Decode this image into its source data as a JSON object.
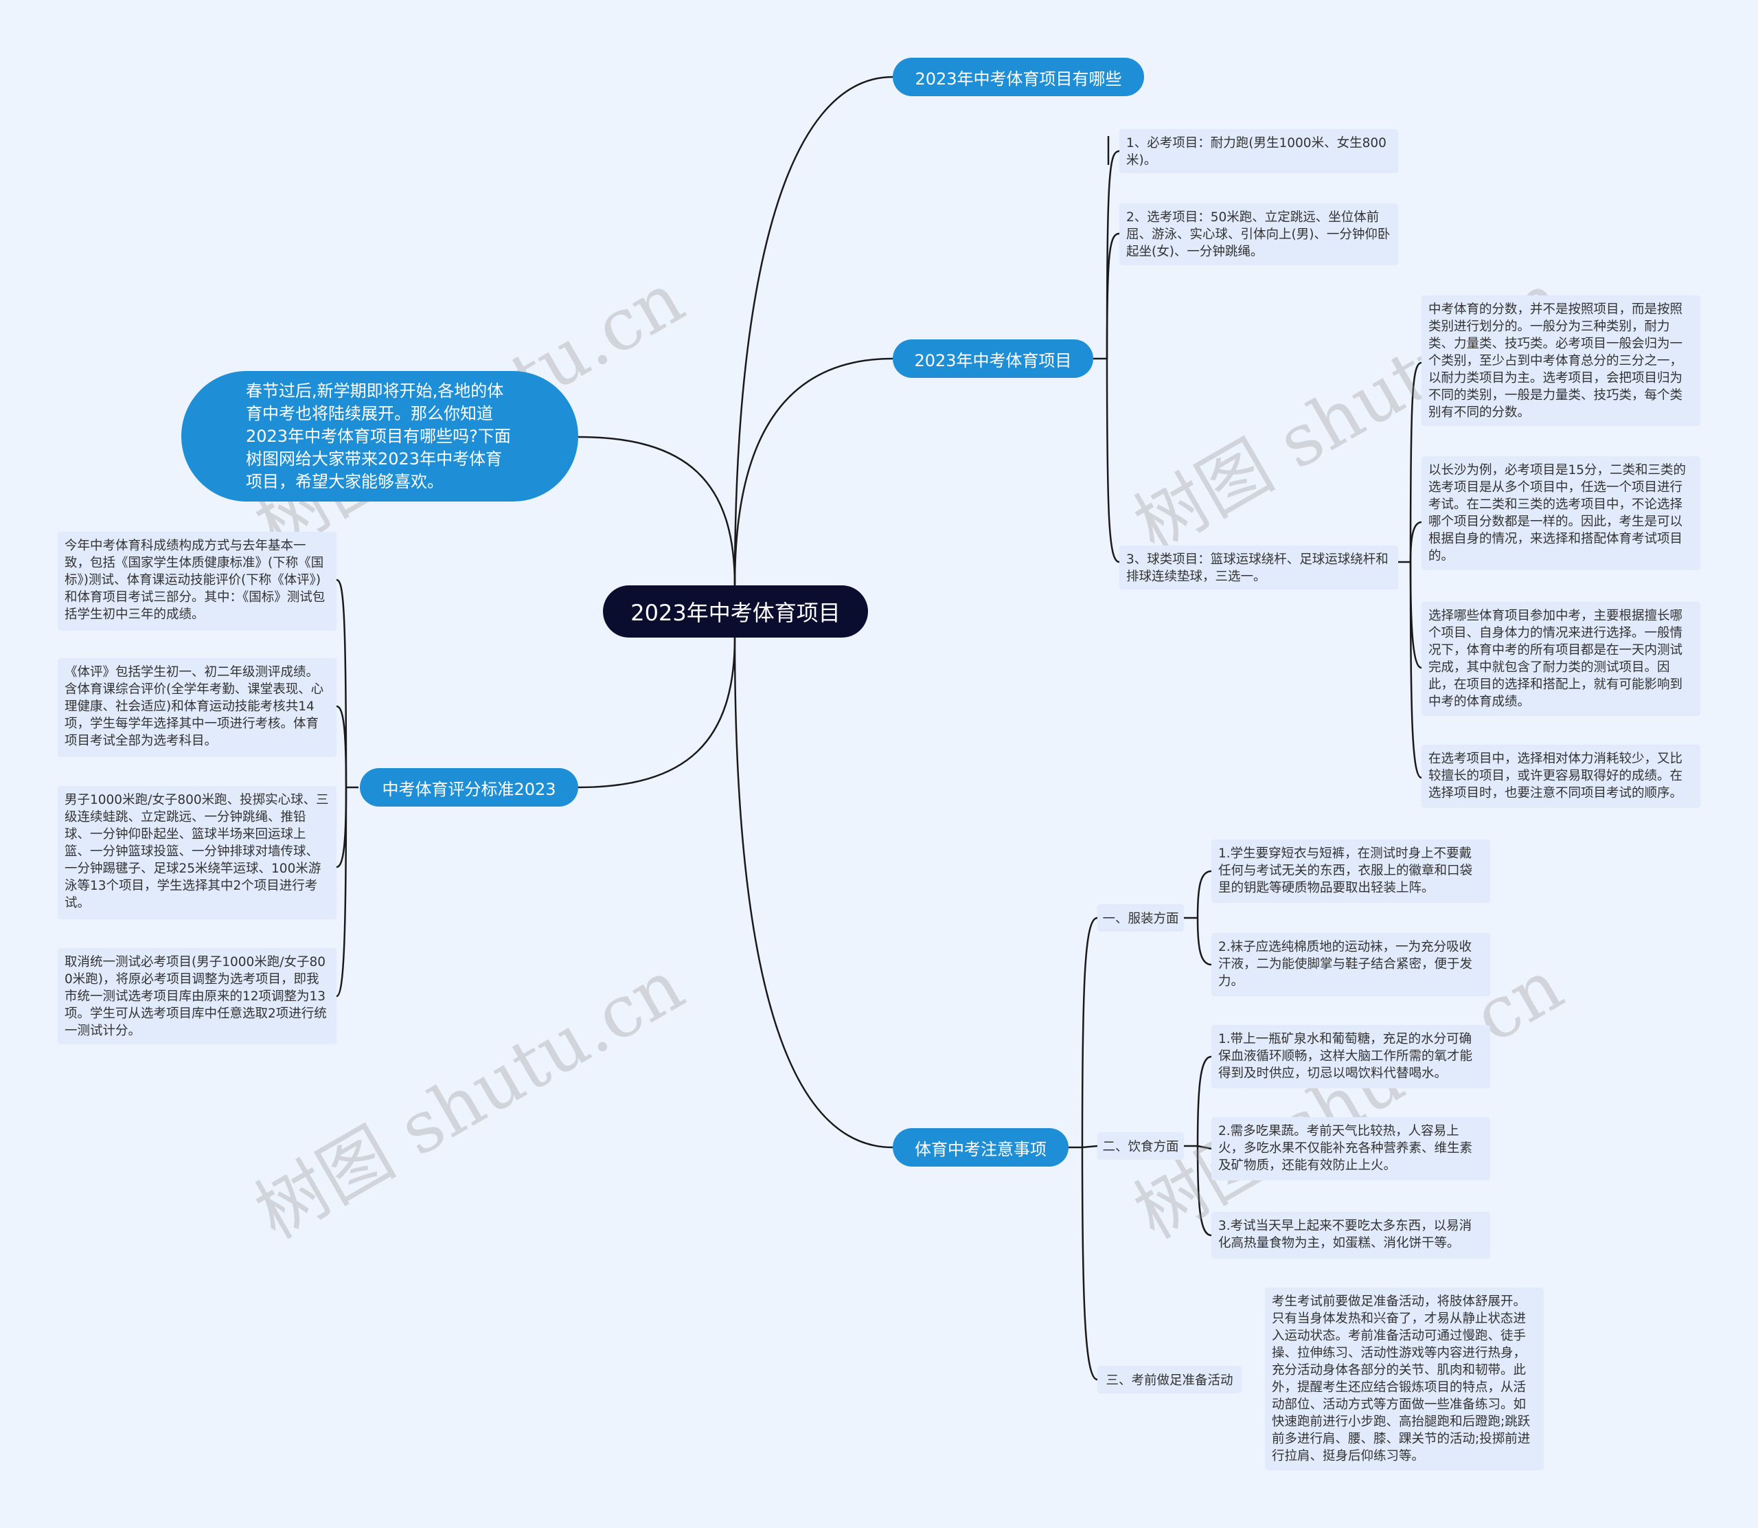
{
  "center": "2023年中考体育项目",
  "intro": "春节过后,新学期即将开始,各地的体育中考也将陆续展开。那么你知道2023年中考体育项目有哪些吗?下面树图网给大家带来2023年中考体育项目，希望大家能够喜欢。",
  "branches": {
    "b1": {
      "label": "2023年中考体育项目有哪些"
    },
    "b2": {
      "label": "2023年中考体育项目",
      "items": [
        "1、必考项目：耐力跑(男生1000米、女生800米)。",
        "2、选考项目：50米跑、立定跳远、坐位体前屈、游泳、实心球、引体向上(男)、一分钟仰卧起坐(女)、一分钟跳绳。",
        "3、球类项目：篮球运球绕杆、足球运球绕杆和排球连续垫球，三选一。"
      ],
      "details": [
        "中考体育的分数，并不是按照项目，而是按照类别进行划分的。一般分为三种类别，耐力类、力量类、技巧类。必考项目一般会归为一个类别，至少占到中考体育总分的三分之一，以耐力类项目为主。选考项目，会把项目归为不同的类别，一般是力量类、技巧类，每个类别有不同的分数。",
        "以长沙为例，必考项目是15分，二类和三类的选考项目是从多个项目中，任选一个项目进行考试。在二类和三类的选考项目中，不论选择哪个项目分数都是一样的。因此，考生是可以根据自身的情况，来选择和搭配体育考试项目的。",
        "选择哪些体育项目参加中考，主要根据擅长哪个项目、自身体力的情况来进行选择。一般情况下，体育中考的所有项目都是在一天内测试完成，其中就包含了耐力类的测试项目。因此，在项目的选择和搭配上，就有可能影响到中考的体育成绩。",
        "在选考项目中，选择相对体力消耗较少，又比较擅长的项目，或许更容易取得好的成绩。在选择项目时，也要注意不同项目考试的顺序。"
      ]
    },
    "b3": {
      "label": "中考体育评分标准2023",
      "items": [
        "今年中考体育科成绩构成方式与去年基本一致，包括《国家学生体质健康标准》(下称《国标》)测试、体育课运动技能评价(下称《体评》)和体育项目考试三部分。其中：《国标》测试包括学生初中三年的成绩。",
        "《体评》包括学生初一、初二年级测评成绩。含体育课综合评价(全学年考勤、课堂表现、心理健康、社会适应)和体育运动技能考核共14项，学生每学年选择其中一项进行考核。体育项目考试全部为选考科目。",
        "男子1000米跑/女子800米跑、投掷实心球、三级连续蛙跳、立定跳远、一分钟跳绳、推铅球、一分钟仰卧起坐、篮球半场来回运球上篮、一分钟篮球投篮、一分钟排球对墙传球、一分钟踢毽子、足球25米绕竿运球、100米游泳等13个项目，学生选择其中2个项目进行考试。",
        "取消统一测试必考项目(男子1000米跑/女子800米跑)，将原必考项目调整为选考项目，即我市统一测试选考项目库由原来的12项调整为13项。学生可从选考项目库中任意选取2项进行统一测试计分。"
      ]
    },
    "b4": {
      "label": "体育中考注意事项",
      "subs": [
        {
          "label": "一、服装方面",
          "items": [
            "1.学生要穿短衣与短裤，在测试时身上不要戴任何与考试无关的东西，衣服上的徽章和口袋里的钥匙等硬质物品要取出轻装上阵。",
            "2.袜子应选纯棉质地的运动袜，一为充分吸收汗液，二为能使脚掌与鞋子结合紧密，便于发力。"
          ]
        },
        {
          "label": "二、饮食方面",
          "items": [
            "1.带上一瓶矿泉水和葡萄糖，充足的水分可确保血液循环顺畅，这样大脑工作所需的氧才能得到及时供应，切忌以喝饮料代替喝水。",
            "2.需多吃果蔬。考前天气比较热，人容易上火，多吃水果不仅能补充各种营养素、维生素及矿物质，还能有效防止上火。",
            "3.考试当天早上起来不要吃太多东西，以易消化高热量食物为主，如蛋糕、消化饼干等。"
          ]
        },
        {
          "label": "三、考前做足准备活动",
          "items": [
            "考生考试前要做足准备活动，将肢体舒展开。只有当身体发热和兴奋了，才易从静止状态进入运动状态。考前准备活动可通过慢跑、徒手操、拉伸练习、活动性游戏等内容进行热身，充分活动身体各部分的关节、肌肉和韧带。此外，提醒考生还应结合锻炼项目的特点，从活动部位、活动方式等方面做一些准备练习。如快速跑前进行小步跑、高抬腿跑和后蹬跑;跳跃前多进行肩、腰、膝、踝关节的活动;投掷前进行拉肩、挺身后仰练习等。"
          ]
        }
      ]
    }
  },
  "watermark": "树图 shutu.cn",
  "colors": {
    "center": "#0b0d2e",
    "branch": "#1e8fd6",
    "leaf": "#e2ebfb",
    "background": "#eef4fd",
    "line": "#1a1a1a"
  }
}
